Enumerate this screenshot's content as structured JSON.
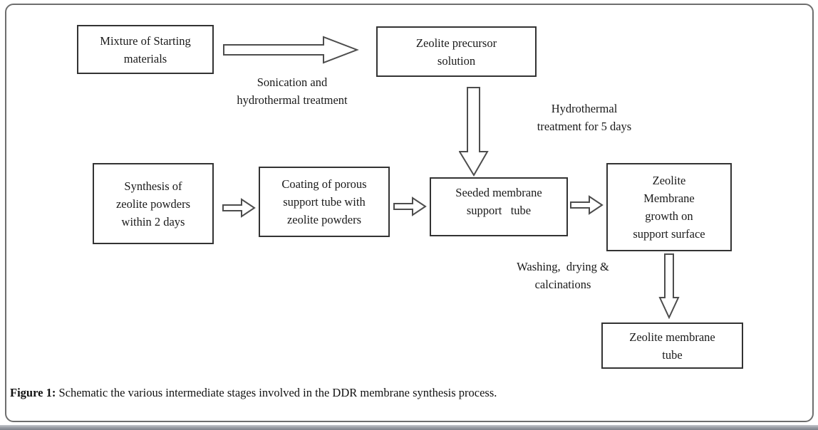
{
  "figure": {
    "caption_label": "Figure 1:",
    "caption_text": " Schematic the various intermediate stages involved in the DDR membrane synthesis process."
  },
  "flowchart": {
    "boxes": {
      "mixture": "Mixture of Starting\nmaterials",
      "precursor": "Zeolite precursor\nsolution",
      "synthesis": "Synthesis of\nzeolite powders\nwithin 2 days",
      "coating": "Coating of porous\nsupport tube with\nzeolite powders",
      "seeded": "Seeded membrane\nsupport   tube",
      "growth": "Zeolite\nMembrane\ngrowth on\nsupport surface",
      "membrane_tube": "Zeolite membrane\ntube"
    },
    "labels": {
      "sonication": "Sonication and\nhydrothermal treatment",
      "hydrothermal": "Hydrothermal\ntreatment for 5 days",
      "washing": "Washing,  drying &\ncalcinations"
    },
    "connectors": [
      {
        "from": "mixture",
        "to": "precursor",
        "direction": "right",
        "label_key": "sonication"
      },
      {
        "from": "precursor",
        "to": "seeded",
        "direction": "down",
        "label_key": "hydrothermal"
      },
      {
        "from": "synthesis",
        "to": "coating",
        "direction": "right"
      },
      {
        "from": "coating",
        "to": "seeded",
        "direction": "right"
      },
      {
        "from": "seeded",
        "to": "growth",
        "direction": "right"
      },
      {
        "from": "growth",
        "to": "membrane_tube",
        "direction": "down",
        "label_key": "washing"
      }
    ]
  },
  "colors": {
    "box_border": "#333333",
    "arrow_outline": "#4d4d4d",
    "panel_border": "#6e6e6e",
    "bottom_bar": "#969aa2",
    "text": "#1a1a1a"
  }
}
